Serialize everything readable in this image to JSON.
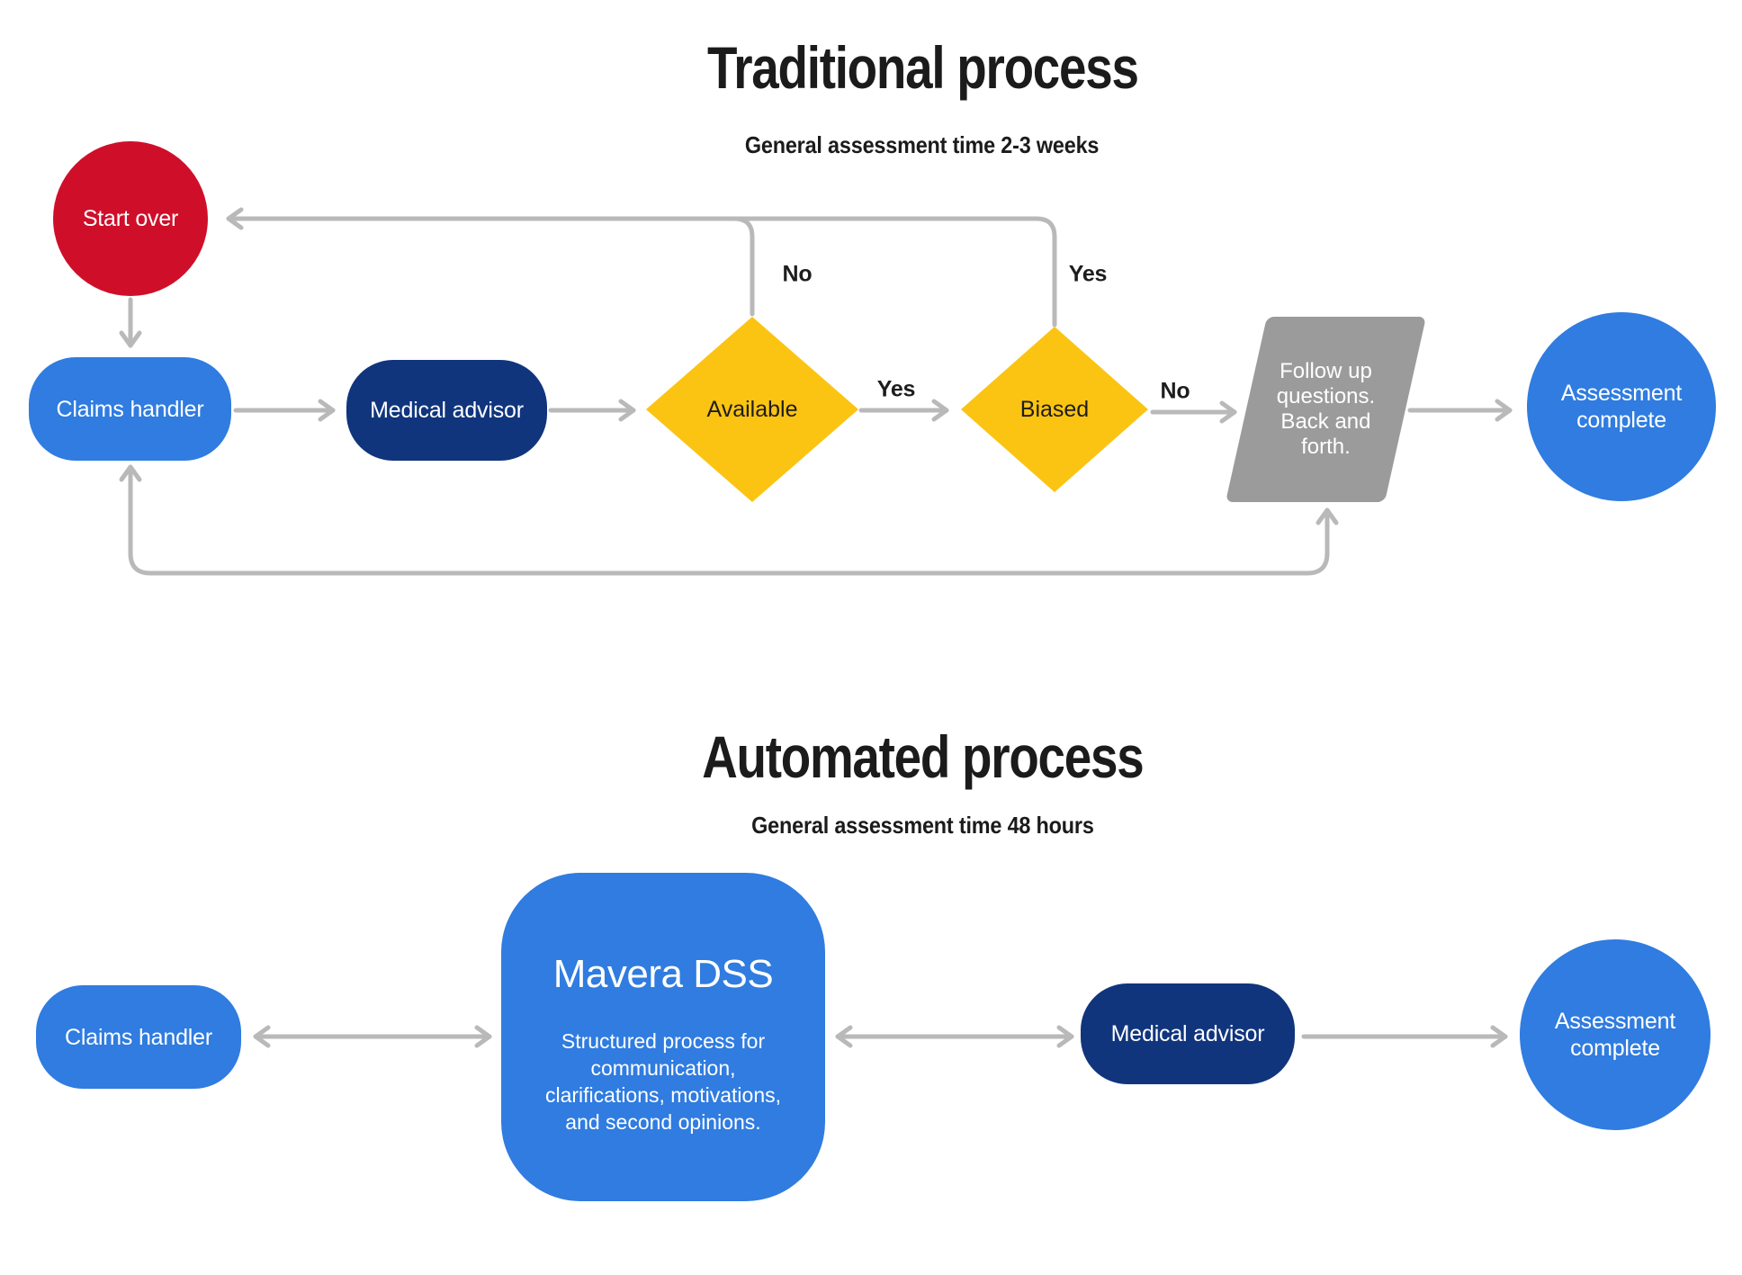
{
  "colors": {
    "blue": "#307ce0",
    "navy": "#10357d",
    "red": "#cf0f2a",
    "yellow": "#fbc413",
    "gray_node": "#9b9b9b",
    "arrow_gray": "#b9b9b9",
    "text_dark": "#1b1b1b"
  },
  "traditional": {
    "title": "Traditional process",
    "subtitle": "General assessment time 2-3 weeks",
    "nodes": {
      "start_over": "Start over",
      "claims_handler": "Claims handler",
      "medical_advisor": "Medical advisor",
      "available": "Available",
      "biased": "Biased",
      "follow_up": [
        "Follow up",
        "questions.",
        "Back and",
        "forth."
      ],
      "assessment_complete": "Assessment complete"
    },
    "edge_labels": {
      "available_no": "No",
      "biased_yes": "Yes",
      "available_yes": "Yes",
      "biased_no": "No"
    }
  },
  "automated": {
    "title": "Automated process",
    "subtitle": "General assessment time 48 hours",
    "nodes": {
      "claims_handler": "Claims handler",
      "mavera_title": "Mavera DSS",
      "mavera_body": [
        "Structured process for",
        "communication,",
        "clarifications, motivations,",
        "and second opinions."
      ],
      "medical_advisor": "Medical advisor",
      "assessment_complete": "Assessment complete"
    }
  }
}
